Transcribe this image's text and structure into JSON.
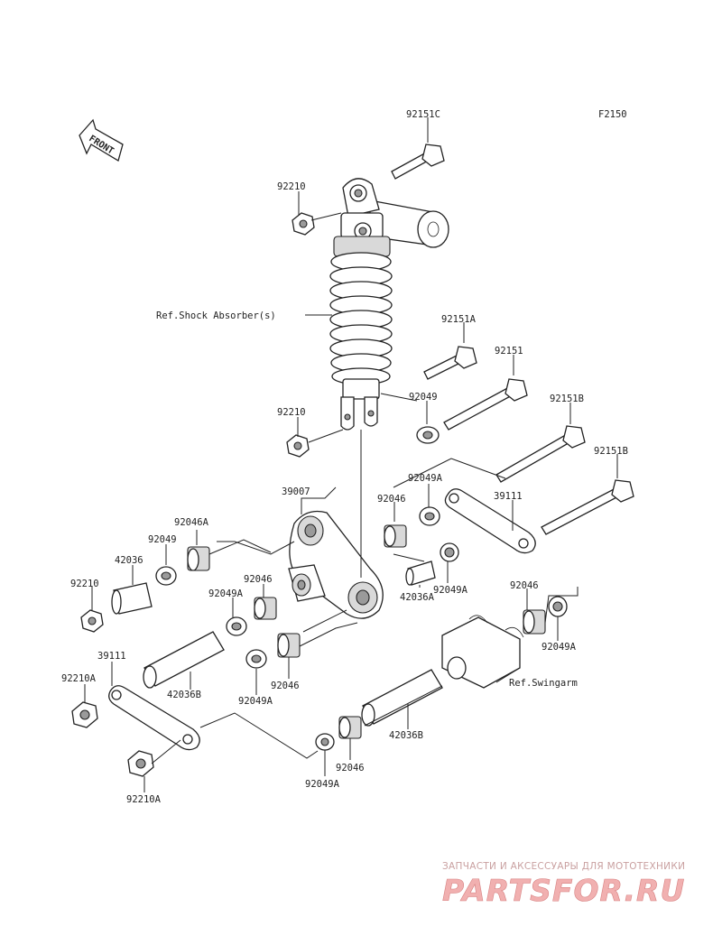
{
  "figure_code": "F2150",
  "front_arrow_label": "FRONT",
  "references": {
    "shock_absorber": "Ref.Shock Absorber(s)",
    "swingarm": "Ref.Swingarm"
  },
  "callouts": [
    "92151C",
    "92210",
    "92151A",
    "92151",
    "92049",
    "92210",
    "92151B",
    "92151B",
    "39007",
    "92049A",
    "92046",
    "39111",
    "92046A",
    "92049",
    "42036",
    "92210",
    "92046",
    "92049A",
    "42036A",
    "92049A",
    "92046",
    "92049A",
    "39111",
    "42036B",
    "92210A",
    "92049A",
    "92046",
    "42036B",
    "92046",
    "92049A",
    "92210A"
  ],
  "watermark": {
    "tagline": "ЗАПЧАСТИ И АКСЕССУАРЫ ДЛЯ МОТОТЕХНИКИ",
    "brand": "PARTSFOR.RU"
  }
}
